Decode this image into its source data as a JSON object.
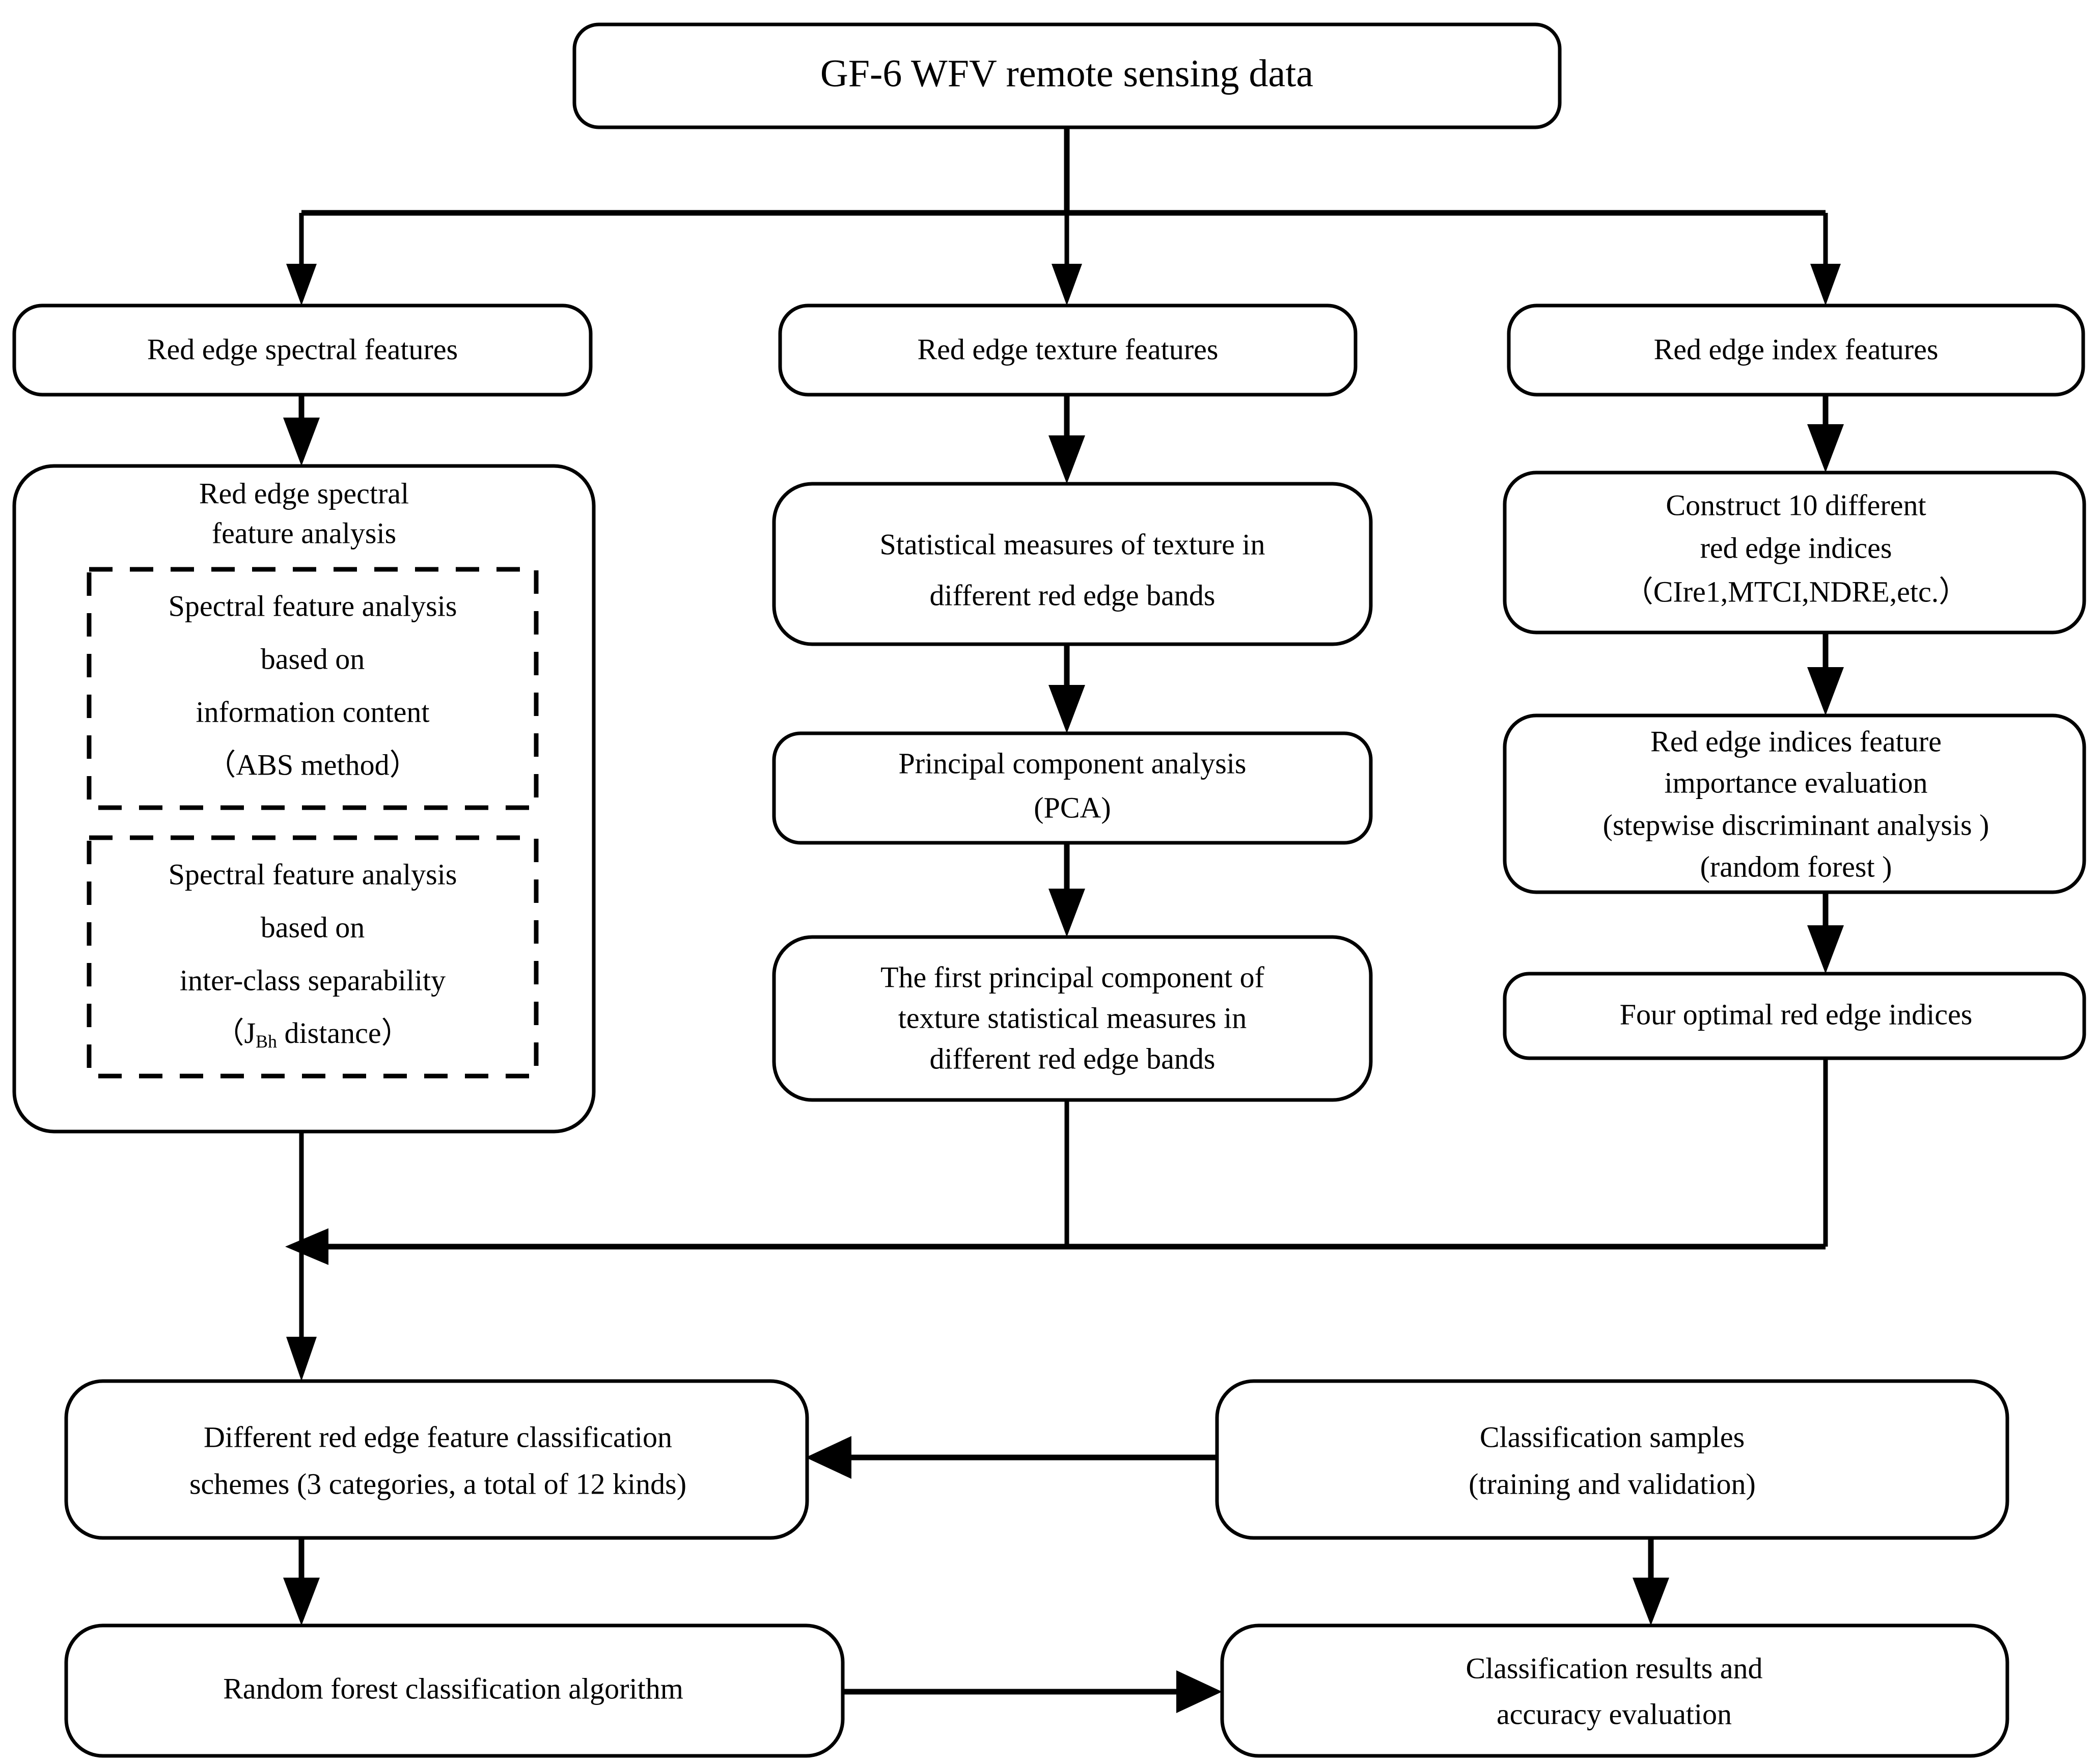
{
  "diagram": {
    "type": "flowchart",
    "title": "GF-6 WFV red edge feature classification workflow",
    "orientation": "top-down",
    "stroke_color": "#000000",
    "fill_color": "#ffffff"
  },
  "nodes": {
    "source": {
      "id": "source",
      "label": "GF-6 WFV remote sensing data",
      "shape": "rounded-rect"
    },
    "spectral_features": {
      "id": "spectral_features",
      "label": "Red edge spectral features",
      "shape": "rounded-rect"
    },
    "texture_features": {
      "id": "texture_features",
      "label": "Red edge texture features",
      "shape": "rounded-rect"
    },
    "index_features": {
      "id": "index_features",
      "label": "Red edge index features",
      "shape": "rounded-rect"
    },
    "spectral_analysis": {
      "id": "spectral_analysis",
      "title_line1": "Red edge spectral",
      "title_line2": "feature analysis",
      "shape": "rounded-rect-container",
      "sub_boxes": [
        {
          "id": "abs_method",
          "shape": "dashed-rect",
          "lines": [
            "Spectral feature analysis",
            "based on",
            "information content",
            "（ABS method）"
          ]
        },
        {
          "id": "jbh_distance",
          "shape": "dashed-rect",
          "lines": [
            "Spectral feature analysis",
            "based on",
            "inter-class separability",
            "（J",
            "Bh",
            " distance）"
          ],
          "line4_prefix": "（J",
          "line4_subscript": "Bh",
          "line4_suffix": " distance）"
        }
      ]
    },
    "texture_stats": {
      "id": "texture_stats",
      "lines": [
        "Statistical measures of texture  in",
        "different red edge bands"
      ],
      "shape": "rounded-rect"
    },
    "pca": {
      "id": "pca",
      "lines": [
        "Principal component analysis",
        "(PCA)"
      ],
      "shape": "rounded-rect"
    },
    "first_pc": {
      "id": "first_pc",
      "lines": [
        "The first principal component of",
        "texture statistical measures in",
        "different red edge bands"
      ],
      "shape": "rounded-rect"
    },
    "construct_indices": {
      "id": "construct_indices",
      "lines": [
        "Construct 10 different",
        "red edge indices",
        "（CIre1,MTCI,NDRE,etc.）"
      ],
      "shape": "rounded-rect"
    },
    "importance_eval": {
      "id": "importance_eval",
      "lines": [
        "Red edge indices feature",
        "importance evaluation",
        "(stepwise discriminant analysis )",
        "(random forest )"
      ],
      "shape": "rounded-rect"
    },
    "four_optimal": {
      "id": "four_optimal",
      "label": "Four optimal red edge indices",
      "shape": "rounded-rect"
    },
    "schemes": {
      "id": "schemes",
      "lines": [
        "Different red edge feature classification",
        "schemes (3 categories, a total of 12 kinds)"
      ],
      "shape": "rounded-rect"
    },
    "samples": {
      "id": "samples",
      "lines": [
        "Classification samples",
        "(training and validation)"
      ],
      "shape": "rounded-rect"
    },
    "rf_algorithm": {
      "id": "rf_algorithm",
      "label": "Random forest classification algorithm",
      "shape": "rounded-rect"
    },
    "results": {
      "id": "results",
      "lines": [
        "Classification results and",
        "accuracy evaluation"
      ],
      "shape": "rounded-rect"
    }
  },
  "edges": [
    {
      "from": "source",
      "to": "spectral_features",
      "style": "elbow-split"
    },
    {
      "from": "source",
      "to": "texture_features",
      "style": "straight"
    },
    {
      "from": "source",
      "to": "index_features",
      "style": "elbow-split"
    },
    {
      "from": "spectral_features",
      "to": "spectral_analysis",
      "style": "straight"
    },
    {
      "from": "texture_features",
      "to": "texture_stats",
      "style": "straight"
    },
    {
      "from": "index_features",
      "to": "construct_indices",
      "style": "straight"
    },
    {
      "from": "texture_stats",
      "to": "pca",
      "style": "straight"
    },
    {
      "from": "pca",
      "to": "first_pc",
      "style": "straight"
    },
    {
      "from": "construct_indices",
      "to": "importance_eval",
      "style": "straight"
    },
    {
      "from": "importance_eval",
      "to": "four_optimal",
      "style": "straight"
    },
    {
      "from": "spectral_analysis",
      "to": "schemes",
      "style": "merge-vertical"
    },
    {
      "from": "first_pc",
      "to": "schemes",
      "style": "merge-horizontal"
    },
    {
      "from": "four_optimal",
      "to": "schemes",
      "style": "merge-horizontal"
    },
    {
      "from": "samples",
      "to": "schemes",
      "style": "horizontal-left"
    },
    {
      "from": "schemes",
      "to": "rf_algorithm",
      "style": "straight"
    },
    {
      "from": "samples",
      "to": "results",
      "style": "straight"
    },
    {
      "from": "rf_algorithm",
      "to": "results",
      "style": "horizontal-right"
    }
  ]
}
